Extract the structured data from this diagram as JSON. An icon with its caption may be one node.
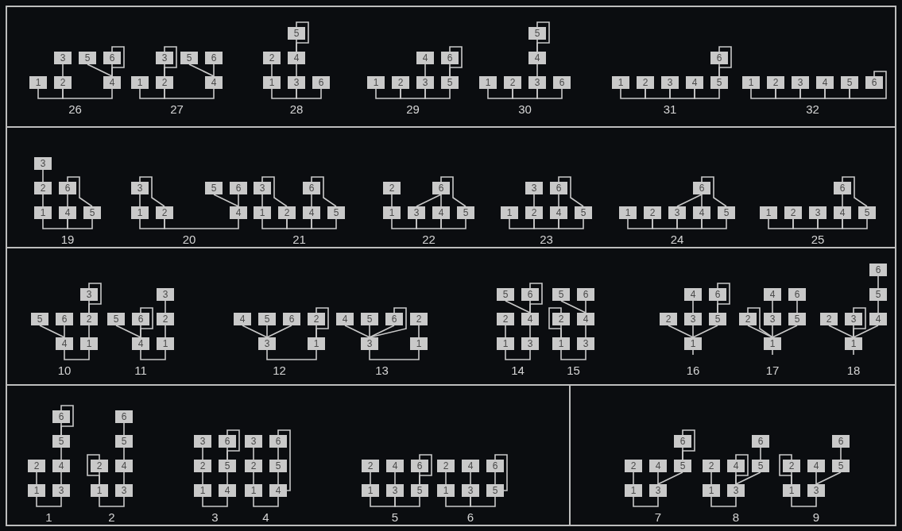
{
  "diagram": {
    "nodes": [
      {
        "text": [
          "1"
        ]
      },
      {
        "text": [
          "2"
        ]
      },
      {
        "text": [
          "3"
        ]
      },
      {
        "text": [
          "4"
        ]
      },
      {
        "text": [
          "5"
        ]
      },
      {
        "text": [
          "6"
        ]
      },
      {
        "text": [
          "1"
        ]
      },
      {
        "text": [
          "2"
        ]
      },
      {
        "text": [
          "3"
        ]
      },
      {
        "text": [
          "4"
        ]
      },
      {
        "text": [
          "5"
        ]
      },
      {
        "text": [
          "6"
        ]
      },
      {
        "text": [
          "1"
        ]
      },
      {
        "text": [
          "2"
        ]
      },
      {
        "text": [
          "3"
        ]
      },
      {
        "text": [
          "4"
        ]
      },
      {
        "text": [
          "5"
        ]
      },
      {
        "text": [
          "6"
        ]
      },
      {
        "text": [
          "1"
        ]
      },
      {
        "text": [
          "2"
        ]
      },
      {
        "text": [
          "3"
        ]
      },
      {
        "text": [
          "4"
        ]
      },
      {
        "text": [
          "5"
        ]
      },
      {
        "text": [
          "6"
        ]
      },
      {
        "text": [
          "1"
        ]
      },
      {
        "text": [
          "2"
        ]
      },
      {
        "text": [
          "3"
        ]
      },
      {
        "text": [
          "4"
        ]
      },
      {
        "text": [
          "5"
        ]
      },
      {
        "text": [
          "6"
        ]
      },
      {
        "text": [
          "1"
        ]
      },
      {
        "text": [
          "2"
        ]
      },
      {
        "text": [
          "3"
        ]
      },
      {
        "text": [
          "4"
        ]
      },
      {
        "text": [
          "5"
        ]
      },
      {
        "text": [
          "6"
        ]
      },
      {
        "text": [
          "1"
        ]
      },
      {
        "text": [
          "2"
        ]
      },
      {
        "text": [
          "3"
        ]
      },
      {
        "text": [
          "4"
        ]
      },
      {
        "text": [
          "5"
        ]
      },
      {
        "text": [
          "6"
        ]
      },
      {
        "text": [
          "1"
        ]
      },
      {
        "text": [
          "2"
        ]
      },
      {
        "text": [
          "3"
        ]
      },
      {
        "text": [
          "4"
        ]
      },
      {
        "text": [
          "5"
        ]
      },
      {
        "text": [
          "6"
        ]
      },
      {
        "text": [
          "1"
        ]
      },
      {
        "text": [
          "2"
        ]
      },
      {
        "text": [
          "3"
        ]
      },
      {
        "text": [
          "4"
        ]
      },
      {
        "text": [
          "5"
        ]
      },
      {
        "text": [
          "6"
        ]
      },
      {
        "text": [
          "1"
        ]
      },
      {
        "text": [
          "2"
        ]
      },
      {
        "text": [
          "3"
        ]
      },
      {
        "text": [
          "4"
        ]
      },
      {
        "text": [
          "5"
        ]
      },
      {
        "text": [
          "6"
        ]
      },
      {
        "text": [
          "1"
        ]
      },
      {
        "text": [
          "2"
        ]
      },
      {
        "text": [
          "3"
        ]
      },
      {
        "text": [
          "4"
        ]
      },
      {
        "text": [
          "5"
        ]
      },
      {
        "text": [
          "6"
        ]
      },
      {
        "text": [
          "1"
        ]
      },
      {
        "text": [
          "2"
        ]
      },
      {
        "text": [
          "3"
        ]
      },
      {
        "text": [
          "4"
        ]
      },
      {
        "text": [
          "5"
        ]
      },
      {
        "text": [
          "6"
        ]
      },
      {
        "text": [
          "1"
        ]
      },
      {
        "text": [
          "2"
        ]
      },
      {
        "text": [
          "3"
        ]
      },
      {
        "text": [
          "4"
        ]
      },
      {
        "text": [
          "5"
        ]
      },
      {
        "text": [
          "6"
        ]
      },
      {
        "text": [
          "1"
        ]
      },
      {
        "text": [
          "2"
        ]
      },
      {
        "text": [
          "3"
        ]
      },
      {
        "text": [
          "4"
        ]
      },
      {
        "text": [
          "5"
        ]
      },
      {
        "text": [
          "6"
        ]
      },
      {
        "text": [
          "1"
        ]
      },
      {
        "text": [
          "2"
        ]
      },
      {
        "text": [
          "3"
        ]
      },
      {
        "text": [
          "4"
        ]
      },
      {
        "text": [
          "5"
        ]
      },
      {
        "text": [
          "6"
        ]
      },
      {
        "text": [
          "1"
        ]
      },
      {
        "text": [
          "2"
        ]
      },
      {
        "text": [
          "3"
        ]
      },
      {
        "text": [
          "4"
        ]
      },
      {
        "text": [
          "5"
        ]
      },
      {
        "text": [
          "6"
        ]
      },
      {
        "text": [
          "1"
        ]
      },
      {
        "text": [
          "2"
        ]
      },
      {
        "text": [
          "3"
        ]
      },
      {
        "text": [
          "4"
        ]
      },
      {
        "text": [
          "5"
        ]
      },
      {
        "text": [
          "6"
        ]
      },
      {
        "text": [
          "1"
        ]
      },
      {
        "text": [
          "2"
        ]
      },
      {
        "text": [
          "3"
        ]
      },
      {
        "text": [
          "4"
        ]
      },
      {
        "text": [
          "5"
        ]
      },
      {
        "text": [
          "6"
        ]
      },
      {
        "text": [
          "1"
        ]
      },
      {
        "text": [
          "2"
        ]
      },
      {
        "text": [
          "3"
        ]
      },
      {
        "text": [
          "4"
        ]
      },
      {
        "text": [
          "5"
        ]
      },
      {
        "text": [
          "6"
        ]
      },
      {
        "text": [
          "1"
        ]
      },
      {
        "text": [
          "2"
        ]
      },
      {
        "text": [
          "3"
        ]
      },
      {
        "text": [
          "4"
        ]
      },
      {
        "text": [
          "5"
        ]
      },
      {
        "text": [
          "6"
        ]
      },
      {
        "text": [
          "1"
        ]
      },
      {
        "text": [
          "2"
        ]
      },
      {
        "text": [
          "3"
        ]
      },
      {
        "text": [
          "4"
        ]
      },
      {
        "text": [
          "5"
        ]
      },
      {
        "text": [
          "6"
        ]
      },
      {
        "text": [
          "1"
        ]
      },
      {
        "text": [
          "2"
        ]
      },
      {
        "text": [
          "3"
        ]
      },
      {
        "text": [
          "4"
        ]
      },
      {
        "text": [
          "5"
        ]
      },
      {
        "text": [
          "6"
        ]
      },
      {
        "text": [
          "1"
        ]
      },
      {
        "text": [
          "2"
        ]
      },
      {
        "text": [
          "3"
        ]
      },
      {
        "text": [
          "4"
        ]
      },
      {
        "text": [
          "5"
        ]
      },
      {
        "text": [
          "6"
        ]
      },
      {
        "text": [
          "1"
        ]
      },
      {
        "text": [
          "2"
        ]
      },
      {
        "text": [
          "3"
        ]
      },
      {
        "text": [
          "4"
        ]
      },
      {
        "text": [
          "5"
        ]
      },
      {
        "text": [
          "6"
        ]
      },
      {
        "text": [
          "1"
        ]
      },
      {
        "text": [
          "2"
        ]
      },
      {
        "text": [
          "3"
        ]
      },
      {
        "text": [
          "4"
        ]
      },
      {
        "text": [
          "5"
        ]
      },
      {
        "text": [
          "6"
        ]
      },
      {
        "text": [
          "1"
        ]
      },
      {
        "text": [
          "2"
        ]
      },
      {
        "text": [
          "3"
        ]
      },
      {
        "text": [
          "4"
        ]
      },
      {
        "text": [
          "5"
        ]
      },
      {
        "text": [
          "6"
        ]
      },
      {
        "text": [
          "1"
        ]
      },
      {
        "text": [
          "2"
        ]
      },
      {
        "text": [
          "3"
        ]
      },
      {
        "text": [
          "4"
        ]
      },
      {
        "text": [
          "5"
        ]
      },
      {
        "text": [
          "6"
        ]
      },
      {
        "text": [
          "1"
        ]
      },
      {
        "text": [
          "2"
        ]
      },
      {
        "text": [
          "3"
        ]
      },
      {
        "text": [
          "4"
        ]
      },
      {
        "text": [
          "5"
        ]
      },
      {
        "text": [
          "6"
        ]
      },
      {
        "text": [
          "1"
        ]
      },
      {
        "text": [
          "2"
        ]
      },
      {
        "text": [
          "3"
        ]
      },
      {
        "text": [
          "4"
        ]
      },
      {
        "text": [
          "5"
        ]
      },
      {
        "text": [
          "6"
        ]
      },
      {
        "text": [
          "1"
        ]
      },
      {
        "text": [
          "2"
        ]
      },
      {
        "text": [
          "3"
        ]
      },
      {
        "text": [
          "4"
        ]
      },
      {
        "text": [
          "5"
        ]
      },
      {
        "text": [
          "6"
        ]
      },
      {
        "text": [
          "1"
        ]
      },
      {
        "text": [
          "2"
        ]
      },
      {
        "text": [
          "3"
        ]
      },
      {
        "text": [
          "4"
        ]
      },
      {
        "text": [
          "5"
        ]
      },
      {
        "text": [
          "6"
        ]
      },
      {
        "text": [
          "1"
        ]
      },
      {
        "text": [
          "2"
        ]
      },
      {
        "text": [
          "3"
        ]
      },
      {
        "text": [
          "4"
        ]
      },
      {
        "text": [
          "5"
        ]
      },
      {
        "text": [
          "6"
        ]
      }
    ],
    "edges": [
      {
        "from": 0,
        "to": 1,
        "arrow": "none"
      },
      {
        "from": 1,
        "to": 3,
        "arrow": "none"
      },
      {
        "from": 1,
        "to": 2,
        "arrow": "none"
      },
      {
        "from": 3,
        "to": 4,
        "arrow": "none"
      },
      {
        "from": 3,
        "to": 5,
        "arrow": "none"
      },
      {
        "from": 3,
        "to": 5,
        "arrow": "none"
      },
      {
        "from": 6,
        "to": 7,
        "arrow": "none"
      },
      {
        "from": 7,
        "to": 9,
        "arrow": "none"
      },
      {
        "from": 7,
        "to": 8,
        "arrow": "none"
      },
      {
        "from": 7,
        "to": 8,
        "arrow": "none"
      },
      {
        "from": 9,
        "to": 10,
        "arrow": "none"
      },
      {
        "from": 9,
        "to": 11,
        "arrow": "none"
      },
      {
        "from": 12,
        "to": 14,
        "arrow": "none"
      },
      {
        "from": 14,
        "to": 17,
        "arrow": "none"
      },
      {
        "from": 12,
        "to": 13,
        "arrow": "none"
      },
      {
        "from": 14,
        "to": 15,
        "arrow": "none"
      },
      {
        "from": 15,
        "to": 16,
        "arrow": "none"
      },
      {
        "from": 15,
        "to": 16,
        "arrow": "none"
      },
      {
        "from": 18,
        "to": 19,
        "arrow": "none"
      },
      {
        "from": 19,
        "to": 20,
        "arrow": "none"
      },
      {
        "from": 20,
        "to": 22,
        "arrow": "none"
      },
      {
        "from": 20,
        "to": 21,
        "arrow": "none"
      },
      {
        "from": 22,
        "to": 23,
        "arrow": "none"
      },
      {
        "from": 22,
        "to": 23,
        "arrow": "none"
      },
      {
        "from": 24,
        "to": 25,
        "arrow": "none"
      },
      {
        "from": 25,
        "to": 26,
        "arrow": "none"
      },
      {
        "from": 26,
        "to": 29,
        "arrow": "none"
      },
      {
        "from": 26,
        "to": 27,
        "arrow": "none"
      },
      {
        "from": 27,
        "to": 28,
        "arrow": "none"
      },
      {
        "from": 27,
        "to": 28,
        "arrow": "none"
      },
      {
        "from": 30,
        "to": 31,
        "arrow": "none"
      },
      {
        "from": 31,
        "to": 32,
        "arrow": "none"
      },
      {
        "from": 32,
        "to": 33,
        "arrow": "none"
      },
      {
        "from": 33,
        "to": 34,
        "arrow": "none"
      },
      {
        "from": 34,
        "to": 35,
        "arrow": "none"
      },
      {
        "from": 34,
        "to": 35,
        "arrow": "none"
      },
      {
        "from": 36,
        "to": 37,
        "arrow": "none"
      },
      {
        "from": 37,
        "to": 38,
        "arrow": "none"
      },
      {
        "from": 38,
        "to": 39,
        "arrow": "none"
      },
      {
        "from": 39,
        "to": 40,
        "arrow": "none"
      },
      {
        "from": 40,
        "to": 41,
        "arrow": "none"
      },
      {
        "from": 42,
        "to": 45,
        "arrow": "none"
      },
      {
        "from": 45,
        "to": 46,
        "arrow": "none"
      },
      {
        "from": 42,
        "to": 43,
        "arrow": "none"
      },
      {
        "from": 43,
        "to": 44,
        "arrow": "none"
      },
      {
        "from": 45,
        "to": 47,
        "arrow": "none"
      },
      {
        "from": 46,
        "to": 47,
        "arrow": "none"
      },
      {
        "from": 48,
        "to": 49,
        "arrow": "none"
      },
      {
        "from": 49,
        "to": 51,
        "arrow": "none"
      },
      {
        "from": 48,
        "to": 50,
        "arrow": "none"
      },
      {
        "from": 49,
        "to": 50,
        "arrow": "none"
      },
      {
        "from": 51,
        "to": 52,
        "arrow": "none"
      },
      {
        "from": 51,
        "to": 53,
        "arrow": "none"
      },
      {
        "from": 54,
        "to": 55,
        "arrow": "none"
      },
      {
        "from": 55,
        "to": 57,
        "arrow": "none"
      },
      {
        "from": 57,
        "to": 58,
        "arrow": "none"
      },
      {
        "from": 54,
        "to": 56,
        "arrow": "none"
      },
      {
        "from": 55,
        "to": 56,
        "arrow": "none"
      },
      {
        "from": 57,
        "to": 59,
        "arrow": "none"
      },
      {
        "from": 58,
        "to": 59,
        "arrow": "none"
      },
      {
        "from": 60,
        "to": 62,
        "arrow": "none"
      },
      {
        "from": 62,
        "to": 63,
        "arrow": "none"
      },
      {
        "from": 63,
        "to": 64,
        "arrow": "none"
      },
      {
        "from": 60,
        "to": 61,
        "arrow": "none"
      },
      {
        "from": 62,
        "to": 65,
        "arrow": "none"
      },
      {
        "from": 63,
        "to": 65,
        "arrow": "none"
      },
      {
        "from": 64,
        "to": 65,
        "arrow": "none"
      },
      {
        "from": 66,
        "to": 67,
        "arrow": "none"
      },
      {
        "from": 67,
        "to": 69,
        "arrow": "none"
      },
      {
        "from": 69,
        "to": 70,
        "arrow": "none"
      },
      {
        "from": 67,
        "to": 68,
        "arrow": "none"
      },
      {
        "from": 69,
        "to": 71,
        "arrow": "none"
      },
      {
        "from": 70,
        "to": 71,
        "arrow": "none"
      },
      {
        "from": 72,
        "to": 73,
        "arrow": "none"
      },
      {
        "from": 73,
        "to": 74,
        "arrow": "none"
      },
      {
        "from": 74,
        "to": 75,
        "arrow": "none"
      },
      {
        "from": 75,
        "to": 76,
        "arrow": "none"
      },
      {
        "from": 74,
        "to": 77,
        "arrow": "none"
      },
      {
        "from": 75,
        "to": 77,
        "arrow": "none"
      },
      {
        "from": 76,
        "to": 77,
        "arrow": "none"
      },
      {
        "from": 78,
        "to": 79,
        "arrow": "none"
      },
      {
        "from": 79,
        "to": 80,
        "arrow": "none"
      },
      {
        "from": 80,
        "to": 81,
        "arrow": "none"
      },
      {
        "from": 81,
        "to": 82,
        "arrow": "none"
      },
      {
        "from": 81,
        "to": 83,
        "arrow": "none"
      },
      {
        "from": 82,
        "to": 83,
        "arrow": "none"
      },
      {
        "from": 87,
        "to": 84,
        "arrow": "none"
      },
      {
        "from": 87,
        "to": 88,
        "arrow": "none"
      },
      {
        "from": 87,
        "to": 89,
        "arrow": "none"
      },
      {
        "from": 84,
        "to": 85,
        "arrow": "none"
      },
      {
        "from": 85,
        "to": 86,
        "arrow": "none"
      },
      {
        "from": 85,
        "to": 86,
        "arrow": "none"
      },
      {
        "from": 93,
        "to": 90,
        "arrow": "none"
      },
      {
        "from": 93,
        "to": 94,
        "arrow": "none"
      },
      {
        "from": 93,
        "to": 95,
        "arrow": "none"
      },
      {
        "from": 93,
        "to": 95,
        "arrow": "none"
      },
      {
        "from": 90,
        "to": 91,
        "arrow": "none"
      },
      {
        "from": 91,
        "to": 92,
        "arrow": "none"
      },
      {
        "from": 98,
        "to": 96,
        "arrow": "none"
      },
      {
        "from": 98,
        "to": 99,
        "arrow": "none"
      },
      {
        "from": 98,
        "to": 100,
        "arrow": "none"
      },
      {
        "from": 98,
        "to": 101,
        "arrow": "none"
      },
      {
        "from": 96,
        "to": 97,
        "arrow": "none"
      },
      {
        "from": 96,
        "to": 97,
        "arrow": "none"
      },
      {
        "from": 104,
        "to": 102,
        "arrow": "none"
      },
      {
        "from": 104,
        "to": 105,
        "arrow": "none"
      },
      {
        "from": 104,
        "to": 106,
        "arrow": "none"
      },
      {
        "from": 104,
        "to": 107,
        "arrow": "none"
      },
      {
        "from": 104,
        "to": 107,
        "arrow": "none"
      },
      {
        "from": 102,
        "to": 103,
        "arrow": "none"
      },
      {
        "from": 108,
        "to": 110,
        "arrow": "none"
      },
      {
        "from": 108,
        "to": 109,
        "arrow": "none"
      },
      {
        "from": 110,
        "to": 111,
        "arrow": "none"
      },
      {
        "from": 111,
        "to": 112,
        "arrow": "none"
      },
      {
        "from": 111,
        "to": 113,
        "arrow": "none"
      },
      {
        "from": 111,
        "to": 113,
        "arrow": "none"
      },
      {
        "from": 114,
        "to": 116,
        "arrow": "none"
      },
      {
        "from": 114,
        "to": 115,
        "arrow": "none"
      },
      {
        "from": 114,
        "to": 115,
        "arrow": "none"
      },
      {
        "from": 116,
        "to": 117,
        "arrow": "none"
      },
      {
        "from": 117,
        "to": 118,
        "arrow": "none"
      },
      {
        "from": 117,
        "to": 119,
        "arrow": "none"
      },
      {
        "from": 120,
        "to": 121,
        "arrow": "none"
      },
      {
        "from": 120,
        "to": 122,
        "arrow": "none"
      },
      {
        "from": 120,
        "to": 124,
        "arrow": "none"
      },
      {
        "from": 122,
        "to": 123,
        "arrow": "none"
      },
      {
        "from": 124,
        "to": 125,
        "arrow": "none"
      },
      {
        "from": 124,
        "to": 125,
        "arrow": "none"
      },
      {
        "from": 120,
        "to": null,
        "arrow": "none"
      },
      {
        "from": 126,
        "to": 127,
        "arrow": "none"
      },
      {
        "from": 126,
        "to": 127,
        "arrow": "none"
      },
      {
        "from": 126,
        "to": 128,
        "arrow": "none"
      },
      {
        "from": 126,
        "to": 130,
        "arrow": "none"
      },
      {
        "from": 128,
        "to": 129,
        "arrow": "none"
      },
      {
        "from": 130,
        "to": 131,
        "arrow": "none"
      },
      {
        "from": 126,
        "to": null,
        "arrow": "none"
      },
      {
        "from": 132,
        "to": 133,
        "arrow": "none"
      },
      {
        "from": 132,
        "to": 134,
        "arrow": "none"
      },
      {
        "from": 132,
        "to": 134,
        "arrow": "none"
      },
      {
        "from": 132,
        "to": 135,
        "arrow": "none"
      },
      {
        "from": 135,
        "to": 136,
        "arrow": "none"
      },
      {
        "from": 136,
        "to": 137,
        "arrow": "none"
      },
      {
        "from": 132,
        "to": null,
        "arrow": "none"
      },
      {
        "from": 138,
        "to": 140,
        "arrow": "none"
      },
      {
        "from": 138,
        "to": 139,
        "arrow": "none"
      },
      {
        "from": 140,
        "to": 141,
        "arrow": "none"
      },
      {
        "from": 141,
        "to": 142,
        "arrow": "none"
      },
      {
        "from": 142,
        "to": 143,
        "arrow": "none"
      },
      {
        "from": 142,
        "to": 143,
        "arrow": "none"
      },
      {
        "from": 144,
        "to": 146,
        "arrow": "none"
      },
      {
        "from": 144,
        "to": 145,
        "arrow": "none"
      },
      {
        "from": 144,
        "to": 145,
        "arrow": "none"
      },
      {
        "from": 146,
        "to": 147,
        "arrow": "none"
      },
      {
        "from": 147,
        "to": 148,
        "arrow": "none"
      },
      {
        "from": 148,
        "to": 149,
        "arrow": "none"
      },
      {
        "from": 150,
        "to": 153,
        "arrow": "none"
      },
      {
        "from": 150,
        "to": 151,
        "arrow": "none"
      },
      {
        "from": 151,
        "to": 152,
        "arrow": "none"
      },
      {
        "from": 153,
        "to": 154,
        "arrow": "none"
      },
      {
        "from": 154,
        "to": 155,
        "arrow": "none"
      },
      {
        "from": 154,
        "to": 155,
        "arrow": "none"
      },
      {
        "from": 156,
        "to": 159,
        "arrow": "none"
      },
      {
        "from": 156,
        "to": 157,
        "arrow": "none"
      },
      {
        "from": 157,
        "to": 158,
        "arrow": "none"
      },
      {
        "from": 159,
        "to": 160,
        "arrow": "none"
      },
      {
        "from": 160,
        "to": 161,
        "arrow": "none"
      },
      {
        "from": 159,
        "to": 161,
        "arrow": "none"
      },
      {
        "from": 162,
        "to": 164,
        "arrow": "none"
      },
      {
        "from": 164,
        "to": 166,
        "arrow": "none"
      },
      {
        "from": 162,
        "to": 163,
        "arrow": "none"
      },
      {
        "from": 164,
        "to": 165,
        "arrow": "none"
      },
      {
        "from": 166,
        "to": 167,
        "arrow": "none"
      },
      {
        "from": 166,
        "to": 167,
        "arrow": "none"
      },
      {
        "from": 168,
        "to": 170,
        "arrow": "none"
      },
      {
        "from": 170,
        "to": 172,
        "arrow": "none"
      },
      {
        "from": 168,
        "to": 169,
        "arrow": "none"
      },
      {
        "from": 170,
        "to": 171,
        "arrow": "none"
      },
      {
        "from": 172,
        "to": 173,
        "arrow": "none"
      },
      {
        "from": 172,
        "to": 173,
        "arrow": "none"
      },
      {
        "from": 174,
        "to": 176,
        "arrow": "none"
      },
      {
        "from": 174,
        "to": 175,
        "arrow": "none"
      },
      {
        "from": 176,
        "to": 177,
        "arrow": "none"
      },
      {
        "from": 176,
        "to": 178,
        "arrow": "none"
      },
      {
        "from": 178,
        "to": 179,
        "arrow": "none"
      },
      {
        "from": 178,
        "to": 179,
        "arrow": "none"
      },
      {
        "from": 180,
        "to": 182,
        "arrow": "none"
      },
      {
        "from": 180,
        "to": 181,
        "arrow": "none"
      },
      {
        "from": 182,
        "to": 183,
        "arrow": "none"
      },
      {
        "from": 182,
        "to": 183,
        "arrow": "none"
      },
      {
        "from": 182,
        "to": 184,
        "arrow": "none"
      },
      {
        "from": 184,
        "to": 185,
        "arrow": "none"
      },
      {
        "from": 186,
        "to": 188,
        "arrow": "none"
      },
      {
        "from": 186,
        "to": 187,
        "arrow": "none"
      },
      {
        "from": 186,
        "to": 187,
        "arrow": "none"
      },
      {
        "from": 188,
        "to": 189,
        "arrow": "none"
      },
      {
        "from": 188,
        "to": 190,
        "arrow": "none"
      },
      {
        "from": 190,
        "to": 191,
        "arrow": "none"
      }
    ],
    "labels": [
      "26",
      "27",
      "28",
      "29",
      "30",
      "31",
      "32",
      "19",
      "20",
      "21",
      "22",
      "23",
      "24",
      "25",
      "10",
      "11",
      "12",
      "13",
      "14",
      "15",
      "16",
      "17",
      "18",
      "1",
      "2",
      "3",
      "4",
      "5",
      "6",
      "7",
      "8",
      "9"
    ]
  }
}
